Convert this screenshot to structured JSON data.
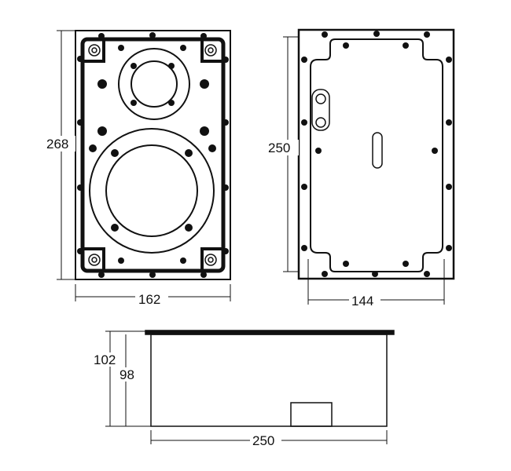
{
  "front_view": {
    "height_label": "268",
    "width_label": "162"
  },
  "back_view": {
    "height_label": "250",
    "width_label": "144"
  },
  "side_view": {
    "outer_depth_label": "102",
    "inner_depth_label": "98",
    "width_label": "250"
  },
  "colors": {
    "line": "#111111",
    "background": "#ffffff"
  }
}
